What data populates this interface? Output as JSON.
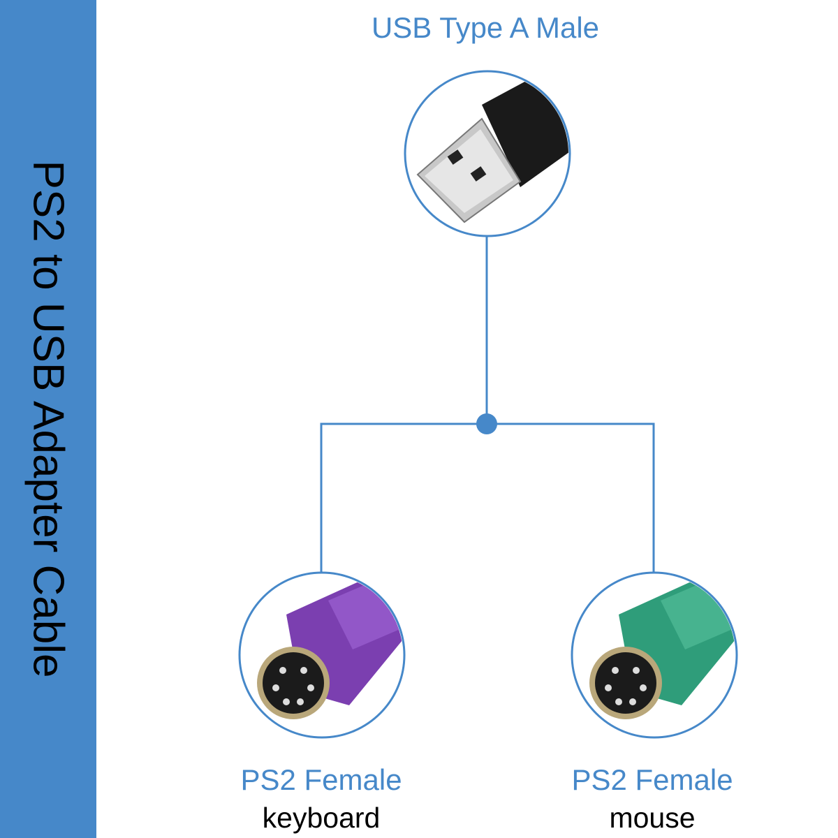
{
  "side_title": "PS2 to USB Adapter Cable",
  "usb": {
    "label": "USB Type A Male"
  },
  "left": {
    "label": "PS2 Female",
    "sub": "keyboard"
  },
  "right": {
    "label": "PS2 Female",
    "sub": "mouse"
  },
  "colors": {
    "accent": "#4688c9",
    "purple": "#7b3fb0",
    "green": "#2f9d7a"
  }
}
